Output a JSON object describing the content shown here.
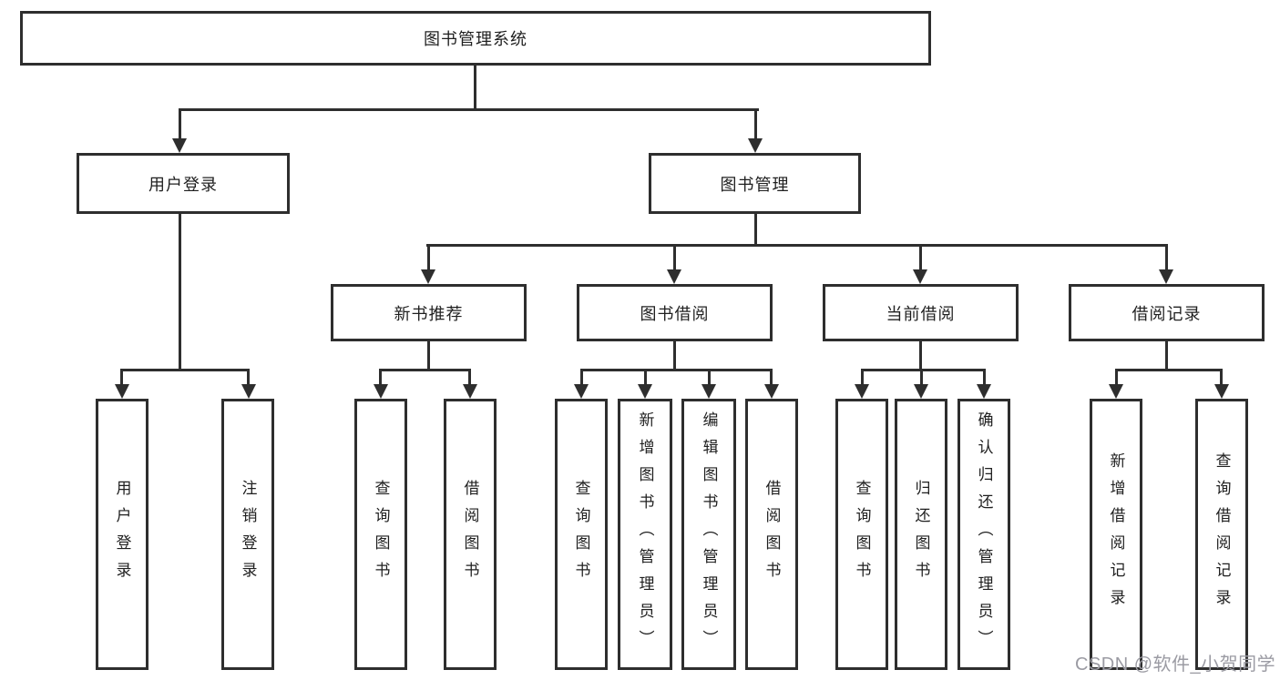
{
  "diagram": {
    "root": {
      "label": "图书管理系统"
    },
    "level2": {
      "user_login": {
        "label": "用户登录"
      },
      "book_management": {
        "label": "图书管理"
      }
    },
    "level3": {
      "new_book_recommend": {
        "label": "新书推荐"
      },
      "book_borrowing": {
        "label": "图书借阅"
      },
      "current_borrowing": {
        "label": "当前借阅"
      },
      "borrowing_records": {
        "label": "借阅记录"
      }
    },
    "leaves": {
      "user_login": "用户登录",
      "logout": "注销登录",
      "nb_query_books": "查询图书",
      "nb_borrow_books": "借阅图书",
      "bb_query_books": "查询图书",
      "bb_add_books": "新增图书（管理员）",
      "bb_edit_books": "编辑图书（管理员）",
      "bb_borrow_books": "借阅图书",
      "cb_query_books": "查询图书",
      "cb_return_books": "归还图书",
      "cb_confirm_return": "确认归还（管理员）",
      "br_add_record": "新增借阅记录",
      "br_query_record": "查询借阅记录"
    },
    "hierarchy": {
      "图书管理系统": [
        "用户登录",
        "图书管理"
      ],
      "用户登录": [
        "用户登录",
        "注销登录"
      ],
      "图书管理": [
        "新书推荐",
        "图书借阅",
        "当前借阅",
        "借阅记录"
      ],
      "新书推荐": [
        "查询图书",
        "借阅图书"
      ],
      "图书借阅": [
        "查询图书",
        "新增图书（管理员）",
        "编辑图书（管理员）",
        "借阅图书"
      ],
      "当前借阅": [
        "查询图书",
        "归还图书",
        "确认归还（管理员）"
      ],
      "借阅记录": [
        "新增借阅记录",
        "查询借阅记录"
      ]
    }
  },
  "watermark": "CSDN @软件_小贺同学",
  "colors": {
    "line": "#2e2e2e",
    "text": "#1f1f1f",
    "watermark": "#9b9ba3",
    "background": "#ffffff"
  }
}
